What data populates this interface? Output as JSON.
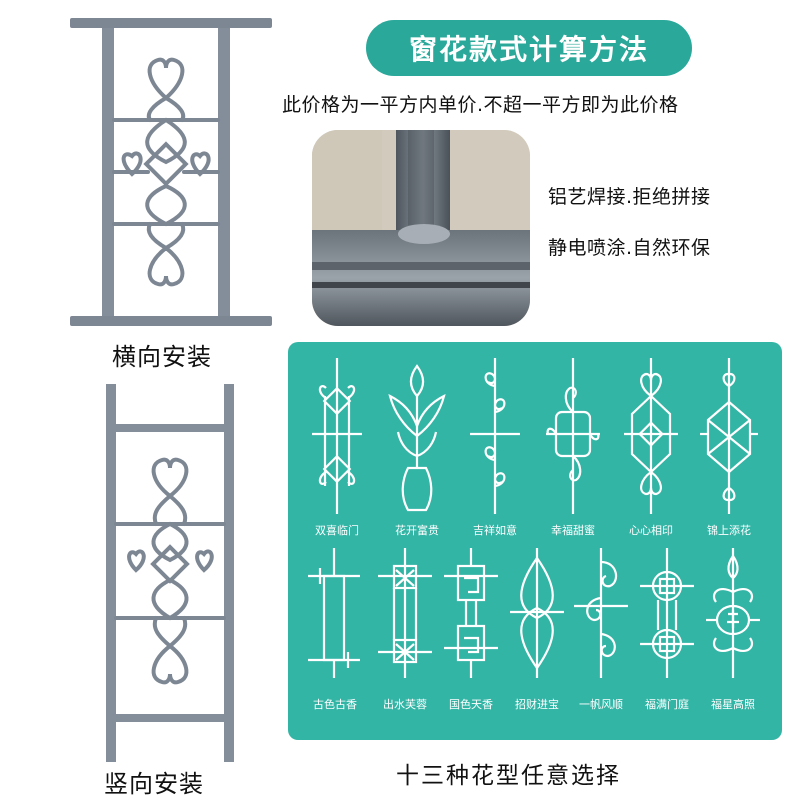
{
  "title": "窗花款式计算方法",
  "price_note": "此价格为一平方内单价.不超一平方即为此价格",
  "features": [
    "铝艺焊接.拒绝拼接",
    "静电喷涂.自然环保"
  ],
  "install_labels": {
    "horizontal": "横向安装",
    "vertical": "竖向安装"
  },
  "patterns": {
    "row1": [
      "双喜临门",
      "花开富贵",
      "吉祥如意",
      "幸福甜蜜",
      "心心相印",
      "锦上添花"
    ],
    "row2": [
      "古色古香",
      "出水芙蓉",
      "国色天香",
      "招财进宝",
      "一帆风顺",
      "福满门庭",
      "福星高照"
    ]
  },
  "bottom_caption": "十三种花型任意选择",
  "colors": {
    "accent": "#2aa89a",
    "board": "#33b5a6",
    "metal": "#7d8794",
    "metal_dark": "#5f6873"
  }
}
